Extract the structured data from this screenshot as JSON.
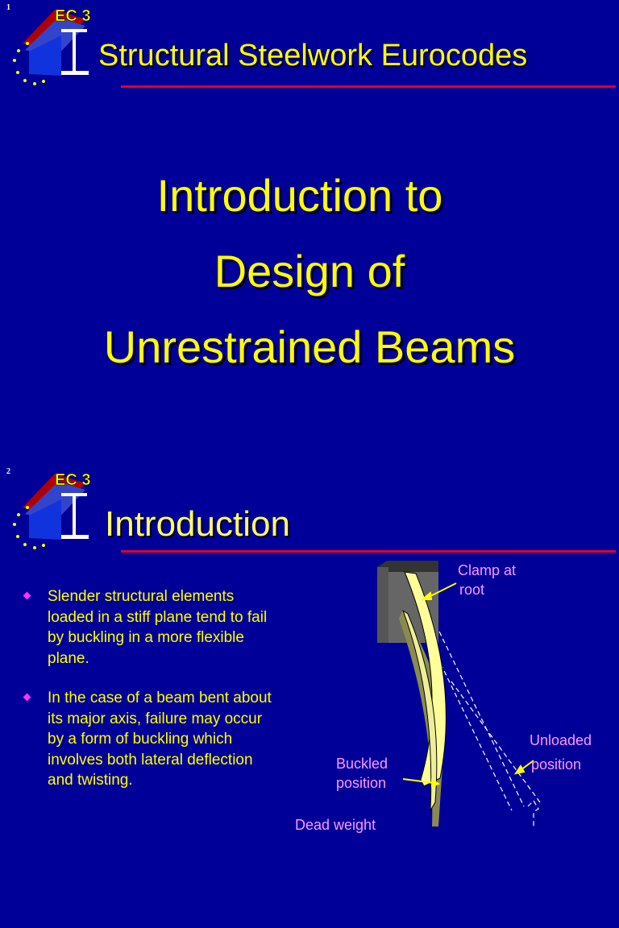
{
  "slides": [
    {
      "number": "1",
      "logo_text": "EC 3",
      "header": "Structural Steelwork Eurocodes",
      "title_lines": [
        "Introduction to",
        "Design of",
        "Unrestrained Beams"
      ]
    },
    {
      "number": "2",
      "logo_text": "EC 3",
      "header": "Introduction",
      "bullets": [
        "Slender structural elements loaded in a stiff plane tend to fail by buckling in a more flexible plane.",
        "In the case of a beam bent about its major axis, failure may occur by a form of buckling which involves both lateral deflection and twisting."
      ],
      "diagram_labels": {
        "clamp": [
          "Clamp at",
          "root"
        ],
        "unloaded": [
          "Unloaded",
          "position"
        ],
        "buckled": [
          "Buckled",
          "position"
        ],
        "dead_weight": "Dead weight"
      }
    }
  ],
  "colors": {
    "background": "#000099",
    "title": "#ffff00",
    "rule": "#e0002a",
    "label": "#ff99ff",
    "bullet": "#ff33ff"
  }
}
